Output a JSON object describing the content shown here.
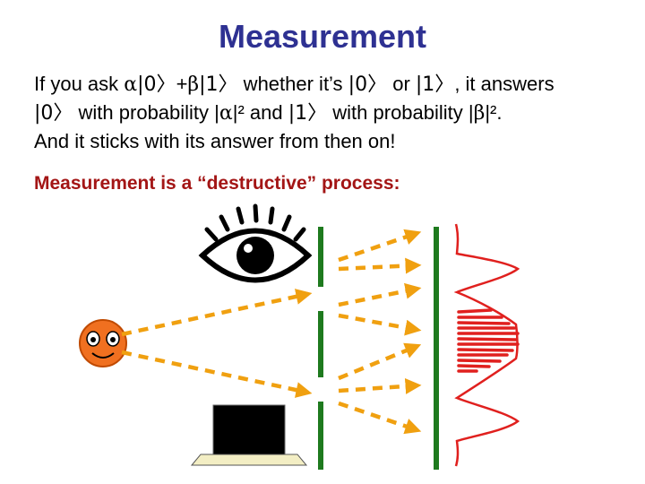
{
  "title": "Measurement",
  "body": {
    "line1": {
      "t1": "If you ask ",
      "alpha1": "α",
      "ket0": "|0〉",
      "plus": "+",
      "beta1": "β",
      "ket1": "|1〉",
      "t2": " whether it’s ",
      "ket0b": "|0〉",
      "t3": " or ",
      "ket1b": "|1〉",
      "t4": ", it answers"
    },
    "line2": {
      "ket0": "|0〉",
      "t1": "  with probability ",
      "abs_open": "|",
      "alpha": "α",
      "abs_close": "|²",
      "t2": " and ",
      "ket1": "|1〉",
      "t3": " with probability ",
      "abs_open2": "|",
      "beta": "β",
      "abs_close2": "|²",
      "t4": "."
    },
    "line3": "And it sticks with its answer from then on!"
  },
  "subheading": "Measurement is a “destructive” process:",
  "colors": {
    "title": "#2e3192",
    "subheading": "#a31515",
    "arrow": "#f0a010",
    "barrier": "#1e7a1e",
    "wave": "#e0201e",
    "face": "#f07020"
  },
  "icons": {
    "eye": "eye-icon",
    "smiley": "smiley-face-icon",
    "computer": "laptop-icon"
  }
}
